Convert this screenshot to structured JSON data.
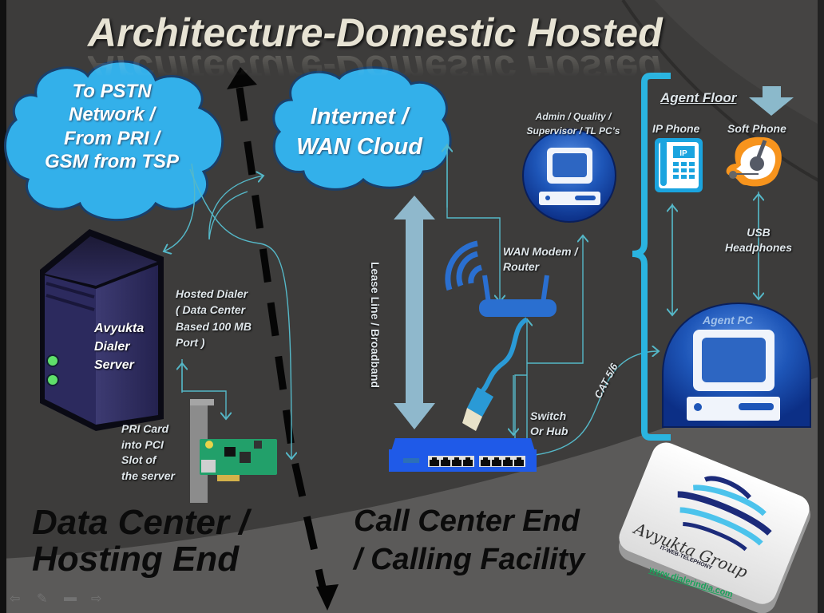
{
  "title": "Architecture-Domestic Hosted",
  "clouds": {
    "pstn": [
      "To PSTN",
      "Network /",
      "From PRI /",
      "GSM from TSP"
    ],
    "internet": [
      "Internet /",
      "WAN Cloud"
    ]
  },
  "server": {
    "label": [
      "Avyukta",
      "Dialer",
      "Server"
    ],
    "description": [
      "Hosted Dialer",
      "( Data Center",
      "Based 100 MB",
      "Port )"
    ]
  },
  "pri_card": {
    "label": [
      "PRI Card",
      "into PCI",
      "Slot of",
      "the server"
    ]
  },
  "admin_pc": {
    "label": [
      "Admin / Quality /",
      "Supervisor  / TL PC’s"
    ]
  },
  "router": {
    "label": [
      "WAN Modem  /",
      "Router"
    ]
  },
  "lease_line": {
    "label": "Lease Line / Broadband"
  },
  "switch": {
    "label": [
      "Switch",
      "Or Hub"
    ],
    "ports_per_group": 4,
    "port_groups": 2
  },
  "cable": {
    "label": "CAT 5/6"
  },
  "agent_floor": {
    "heading": "Agent Floor",
    "ip_phone": {
      "label": "IP Phone",
      "badge": "IP"
    },
    "soft_phone": {
      "label": "Soft Phone"
    },
    "headphones": {
      "label": [
        "USB",
        "Headphones"
      ]
    },
    "agent_pc": {
      "label": "Agent PC"
    }
  },
  "zones": {
    "data_center": [
      "Data Center /",
      "Hosting End"
    ],
    "call_center": [
      "Call Center End",
      "/ Calling Facility"
    ]
  },
  "logo": {
    "name": "Avyukta Group",
    "tagline": "IT-WEB-TELEPHONY",
    "url": "www.dialerindia.com"
  },
  "slide_nav": {
    "icons": [
      "prev-arrow",
      "pen",
      "menu",
      "next-arrow"
    ],
    "glyphs": [
      "⇦",
      "✎",
      "▬",
      "⇨"
    ]
  },
  "colors": {
    "background": "#3d3c3b",
    "cloud": "#33b0ea",
    "connector": "#55b8c8",
    "pc_blue": "#1e56b8",
    "title": "#e7e3d4",
    "bracket": "#2ab4e0"
  }
}
